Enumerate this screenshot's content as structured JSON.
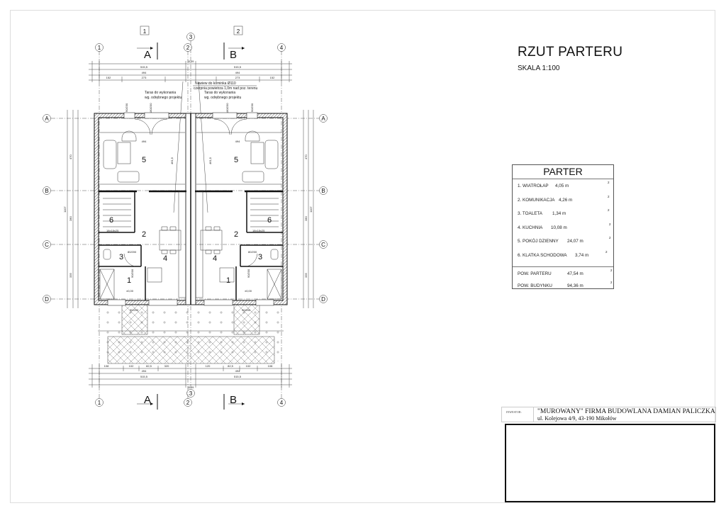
{
  "sheet": {
    "title": "RZUT PARTERU",
    "scale": "SKALA 1:100"
  },
  "legend": {
    "header": "PARTER",
    "rooms": [
      {
        "name": "1. WIATROŁAP",
        "area": "4,05 m",
        "unit": "2"
      },
      {
        "name": "2. KOMUNIKACJA",
        "area": "4,26 m",
        "unit": "2"
      },
      {
        "name": "3. TOALETA",
        "area": "1,34 m",
        "unit": "2"
      },
      {
        "name": "4. KUCHNIA",
        "area": "10,08 m",
        "unit": "2"
      },
      {
        "name": "5. POKÓJ DZIENNY",
        "area": "24,07 m",
        "unit": "2"
      },
      {
        "name": "6. KLATKA SCHODOWA",
        "area": "3,74 m",
        "unit": "2"
      }
    ],
    "totals": [
      {
        "name": "POW. PARTERU",
        "area": "47,54 m",
        "unit": "2"
      },
      {
        "name": "POW. BUDYNKU",
        "area": "94,36 m",
        "unit": "2"
      }
    ]
  },
  "investor": {
    "label": "INWESTOR:",
    "name": "\"MUROWANY\" FIRMA BUDOWLANA DAMIAN PALICZKA",
    "address": "ul. Kolejowa 4/9, 43-190 Mikołów"
  },
  "plan": {
    "segments": [
      "1",
      "2"
    ],
    "sections": [
      "A",
      "B"
    ],
    "axes_x": [
      "1",
      "2",
      "3",
      "4"
    ],
    "axes_y": [
      "A",
      "B",
      "C",
      "D"
    ],
    "rooms_left": [
      "5",
      "6",
      "2",
      "3",
      "4",
      "1"
    ],
    "rooms_right": [
      "5",
      "6",
      "2",
      "3",
      "4",
      "1"
    ],
    "notes": {
      "chimney_1": "Nawiew do kominka Ø110",
      "chimney_2": "czerpnia powietrza 1,0m nad poz. terenu",
      "terrace_1": "Taras do wykonania",
      "terrace_2": "wg. odrębnego projektu",
      "stairs": "18x18x25",
      "door_wc": "80/200",
      "door_entry": "90/200",
      "door_terrace": "90/230",
      "door_terrace2": "180/230",
      "level": "±0,00",
      "room5_w": "494",
      "room5_h": "461,5"
    },
    "dims_top": {
      "total": "1109",
      "half": "515,5",
      "inner": "494",
      "seg_a": "152",
      "seg_b": "273",
      "seg_c": "112"
    },
    "dims_bottom": {
      "total": "1109",
      "half": "515,5",
      "inner": "494",
      "segs_left": [
        "108",
        "102",
        "82,5",
        "320"
      ],
      "segs_right": [
        "120",
        "82,5",
        "102",
        "108"
      ]
    },
    "dims_side": {
      "total": "1107",
      "a": "470",
      "b": "280",
      "c": "335"
    }
  }
}
